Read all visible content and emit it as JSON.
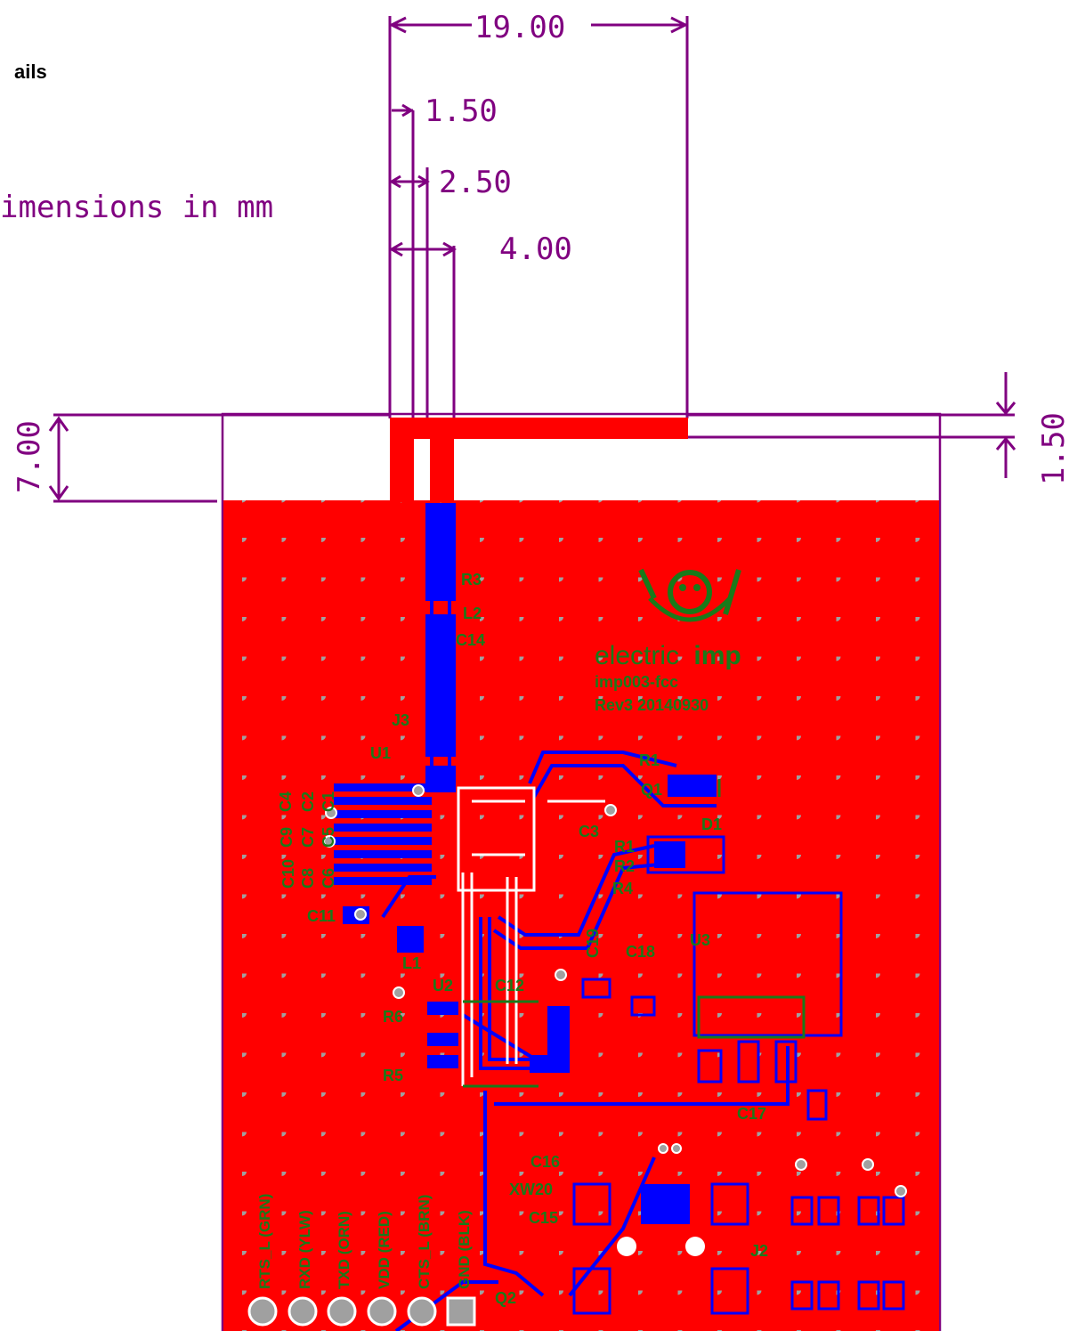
{
  "header": {
    "title_fragment": "ails",
    "units_note": "imensions in mm"
  },
  "dimensions": {
    "overall_width": "19.00",
    "trace_width": "1.50",
    "gap": "2.50",
    "pitch": "4.00",
    "keepout_height": "7.00",
    "feed_width": "1.50"
  },
  "logo": {
    "brand_light": "electric",
    "brand_bold": "imp",
    "part": "imp003-fcc",
    "rev": "Rev3 20140930"
  },
  "designators": [
    "R3",
    "L2",
    "C14",
    "J3",
    "U1",
    "C4",
    "C9",
    "C10",
    "C2",
    "C7",
    "C8",
    "C1",
    "C5",
    "C6",
    "C11",
    "L1",
    "R1",
    "Q1",
    "C3",
    "D1",
    "R1",
    "R2",
    "R4",
    "C19",
    "C18",
    "U3",
    "U2",
    "C12",
    "R6",
    "R5",
    "C17",
    "C16",
    "XW20",
    "C15",
    "J2",
    "Q2"
  ],
  "pins": [
    "RTS_L (GRN)",
    "RXD (YLW)",
    "TXD (ORN)",
    "VDD (RED)",
    "CTS_L (BRN)",
    "GND (BLK)"
  ],
  "colors": {
    "dimension": "#800080",
    "copper_top": "#ff0000",
    "copper_bottom": "#0000ff",
    "silk": "#1a7a1a",
    "drill": "#a0a0a0"
  }
}
